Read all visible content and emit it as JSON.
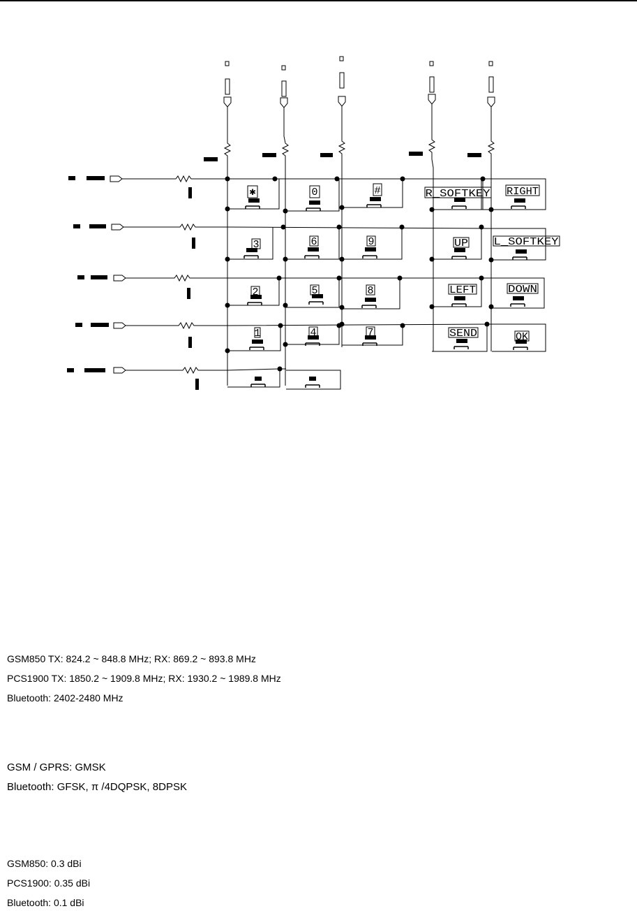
{
  "schematic": {
    "keys": {
      "star": "✱",
      "zero": "0",
      "hash": "#",
      "r_softkey": "R_SOFTKEY",
      "right": "RIGHT",
      "three": "3",
      "six": "6",
      "nine": "9",
      "up": "UP",
      "l_softkey": "L_SOFTKEY",
      "two": "2",
      "five": "5",
      "eight": "8",
      "left": "LEFT",
      "down": "DOWN",
      "one": "1",
      "four": "4",
      "seven": "7",
      "send": "SEND",
      "ok": "OK"
    }
  },
  "specs": {
    "frequency": [
      "GSM850 TX: 824.2 ~ 848.8 MHz; RX: 869.2 ~ 893.8 MHz",
      "PCS1900 TX: 1850.2 ~ 1909.8 MHz; RX: 1930.2 ~ 1989.8 MHz",
      "Bluetooth: 2402-2480 MHz"
    ],
    "modulation": [
      "GSM / GPRS: GMSK",
      "Bluetooth: GFSK, π /4DQPSK, 8DPSK"
    ],
    "antenna_gain": [
      "GSM850: 0.3 dBi",
      "PCS1900: 0.35 dBi",
      "Bluetooth: 0.1 dBi"
    ]
  }
}
